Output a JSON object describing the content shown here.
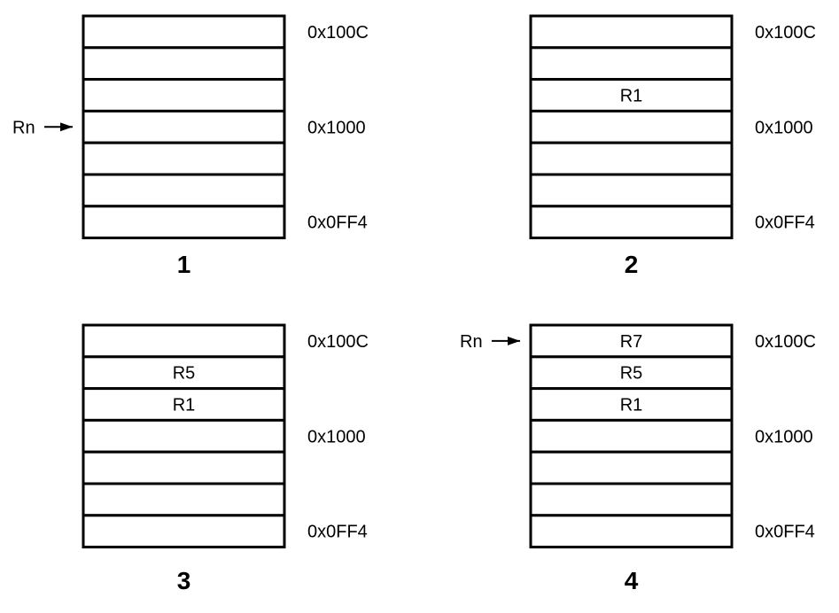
{
  "colors": {
    "stroke": "#000000",
    "fill": "#ffffff",
    "text": "#000000"
  },
  "diagrams": [
    {
      "caption": "1",
      "cells": [
        "",
        "",
        "",
        "",
        "",
        "",
        ""
      ],
      "addresses": [
        {
          "row": 0,
          "label": "0x100C"
        },
        {
          "row": 3,
          "label": "0x1000"
        },
        {
          "row": 6,
          "label": "0x0FF4"
        }
      ],
      "pointer": {
        "label": "Rn",
        "row": 3
      }
    },
    {
      "caption": "2",
      "cells": [
        "",
        "",
        "R1",
        "",
        "",
        "",
        ""
      ],
      "addresses": [
        {
          "row": 0,
          "label": "0x100C"
        },
        {
          "row": 3,
          "label": "0x1000"
        },
        {
          "row": 6,
          "label": "0x0FF4"
        }
      ],
      "pointer": null
    },
    {
      "caption": "3",
      "cells": [
        "",
        "R5",
        "R1",
        "",
        "",
        "",
        ""
      ],
      "addresses": [
        {
          "row": 0,
          "label": "0x100C"
        },
        {
          "row": 3,
          "label": "0x1000"
        },
        {
          "row": 6,
          "label": "0x0FF4"
        }
      ],
      "pointer": null
    },
    {
      "caption": "4",
      "cells": [
        "R7",
        "R5",
        "R1",
        "",
        "",
        "",
        ""
      ],
      "addresses": [
        {
          "row": 0,
          "label": "0x100C"
        },
        {
          "row": 3,
          "label": "0x1000"
        },
        {
          "row": 6,
          "label": "0x0FF4"
        }
      ],
      "pointer": {
        "label": "Rn",
        "row": 0
      }
    }
  ]
}
